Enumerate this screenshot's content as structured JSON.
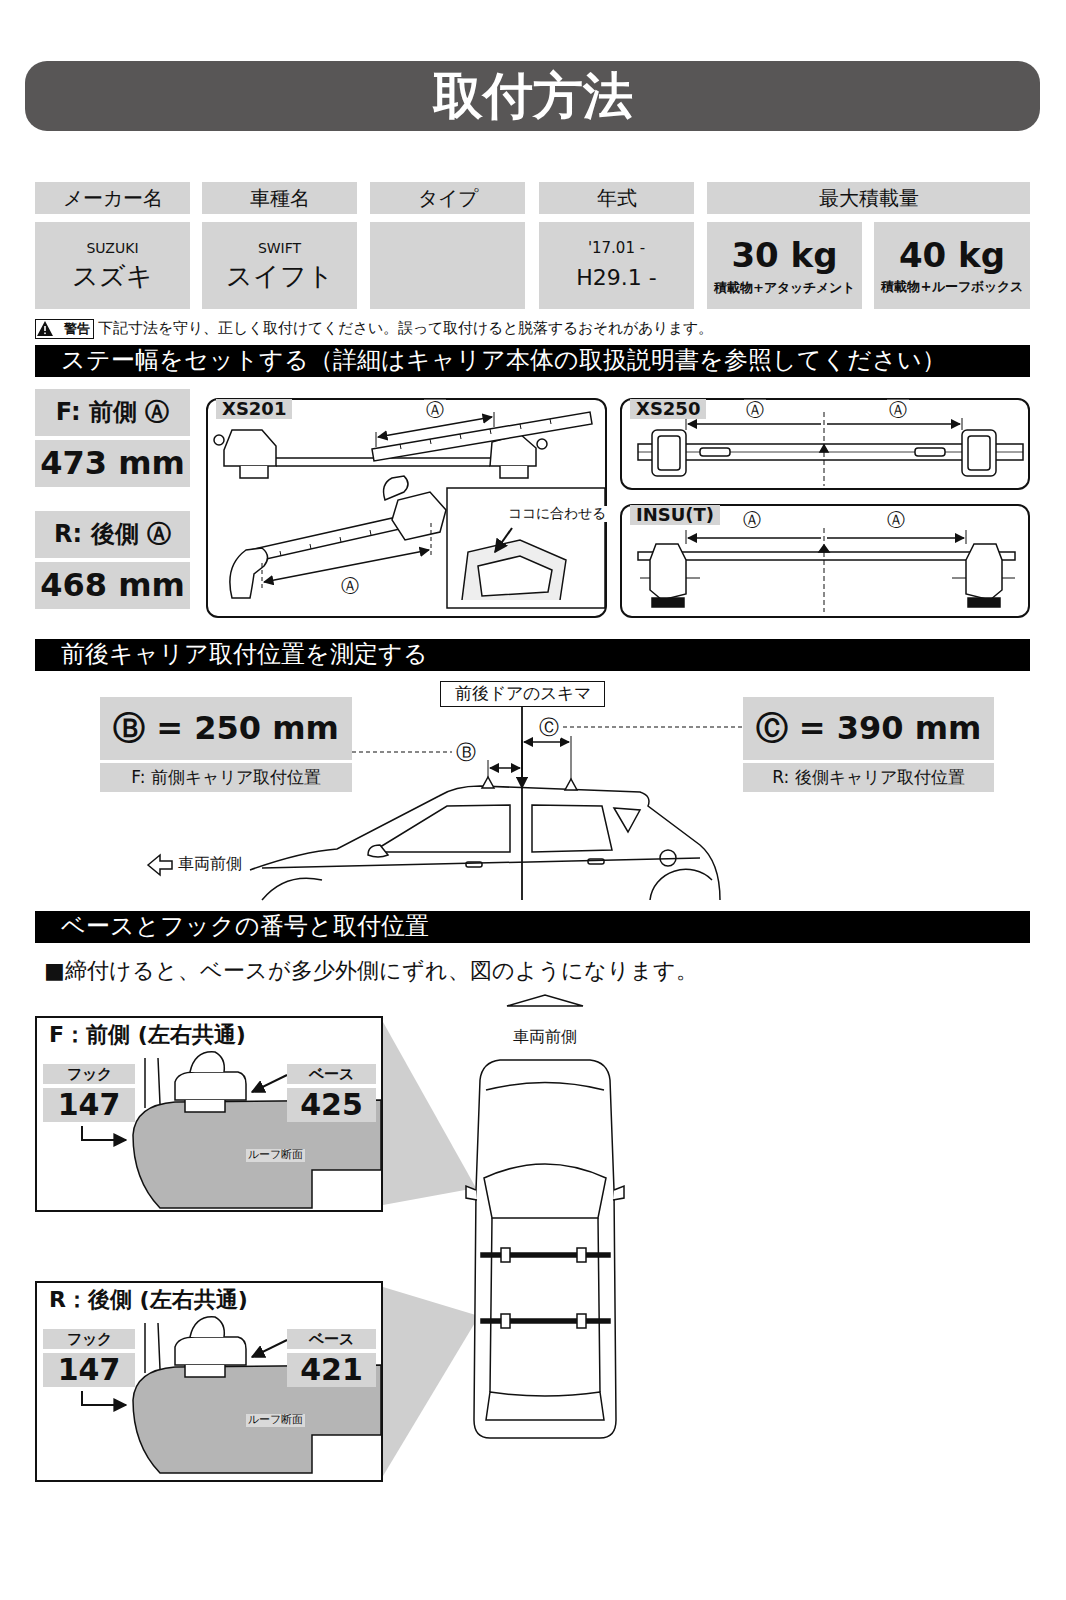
{
  "diagram": {
    "title": "取付方法",
    "nodes": [
      {
        "text": [
          "メーカー名"
        ]
      },
      {
        "text": [
          "車種名"
        ]
      },
      {
        "text": [
          "タイプ"
        ]
      },
      {
        "text": [
          "年式"
        ]
      },
      {
        "text": [
          "最大積載量"
        ]
      },
      {
        "text": [
          "SUZUKI",
          "スズキ"
        ]
      },
      {
        "text": [
          "SWIFT",
          "スイフト"
        ]
      },
      {
        "text": [
          "'17.01 -",
          "H29.1 -"
        ]
      },
      {
        "text": [
          "30 kg",
          "積載物+アタッチメント"
        ]
      },
      {
        "text": [
          "40 kg",
          "積載物+ルーフボックス"
        ]
      },
      {
        "text": [
          "警告"
        ]
      },
      {
        "text": [
          "ステー幅をセットする（詳細はキャリア本体の取扱説明書を参照してください）"
        ]
      },
      {
        "text": [
          "F: 前側 Ⓐ"
        ]
      },
      {
        "text": [
          "473 mm"
        ]
      },
      {
        "text": [
          "R: 後側 Ⓐ"
        ]
      },
      {
        "text": [
          "468 mm"
        ]
      },
      {
        "text": [
          "XS201"
        ]
      },
      {
        "text": [
          "XS250"
        ]
      },
      {
        "text": [
          "INSU(T)"
        ]
      },
      {
        "text": [
          "前後キャリア取付位置を測定する"
        ]
      },
      {
        "text": [
          "前後ドアのスキマ"
        ]
      },
      {
        "text": [
          "Ⓑ = 250 mm"
        ]
      },
      {
        "text": [
          "F: 前側キャリア取付位置"
        ]
      },
      {
        "text": [
          "Ⓒ = 390 mm"
        ]
      },
      {
        "text": [
          "R: 後側キャリア取付位置"
        ]
      },
      {
        "text": [
          "ベースとフックの番号と取付位置"
        ]
      },
      {
        "text": [
          "F：前側 (左右共通)"
        ]
      },
      {
        "text": [
          "フック",
          "147"
        ],
        "in": 26
      },
      {
        "text": [
          "ベース",
          "425"
        ],
        "in": 26
      },
      {
        "text": [
          "R：後側 (左右共通)"
        ]
      },
      {
        "text": [
          "フック",
          "147"
        ],
        "in": 29
      },
      {
        "text": [
          "ベース",
          "421"
        ],
        "in": 29
      }
    ],
    "labels": [
      "下記寸法を守り、正しく取付けてください。誤って取付けると脱落するおそれがあります。",
      "Ⓐ",
      "Ⓐ",
      "ココに合わせる",
      "Ⓐ",
      "Ⓐ",
      "Ⓐ",
      "Ⓐ",
      "Ⓑ",
      "Ⓒ",
      "車両前側",
      "■締付けると、ベースが多少外側にずれ、図のようになります。",
      "ルーフ断面",
      "ルーフ断面",
      "車両前側"
    ]
  }
}
